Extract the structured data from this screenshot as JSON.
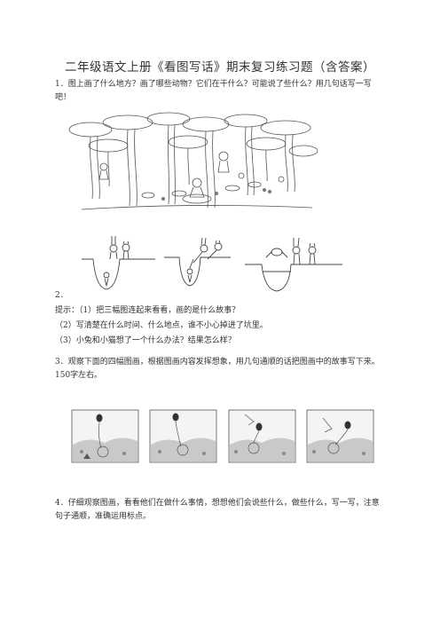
{
  "document": {
    "title": "二年级语文上册《看图写话》期末复习练习题（含答案）",
    "q1": "1．图上画了什么地方？画了哪些动物？它们在干什么？可能说了些什么？用几句话写一写吧！",
    "q2_number": "2．",
    "q2_hints": [
      "提示：（1）把三幅图连起来看看，画的是什么故事？",
      "（2）写清楚在什么时间、什么地点，谁不小心掉进了坑里。",
      "（3）小兔和小猫想了一个什么办法？结果怎么样？"
    ],
    "q3": "3．观察下面的四幅图画，根据图画内容发挥想象，用几句通顺的话把图画中的故事写下来。150字左右。",
    "q4": "4．仔细观察图画，看看他们在做什么事情，想想他们会说些什么，做些什么，写一写，注意句子通顺，准确运用标点。"
  }
}
